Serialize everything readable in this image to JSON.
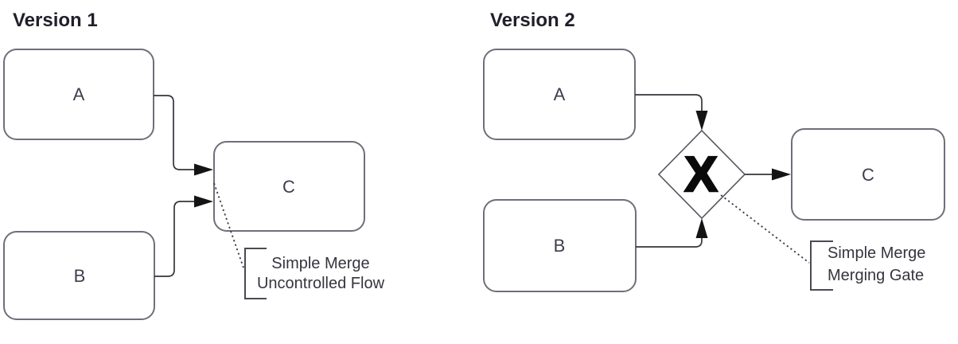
{
  "colors": {
    "background": "#ffffff",
    "box_border": "#6f6f7a",
    "gateway_border": "#55555f",
    "connector": "#35353c",
    "arrow_fill": "#141414",
    "node_label": "#3d3d4f",
    "title_text": "#20202c",
    "annotation_text": "#35353f",
    "bracket": "#4a4a55",
    "gateway_x": "#0a0a0a"
  },
  "version1": {
    "title": "Version 1",
    "node_a": "A",
    "node_b": "B",
    "node_c": "C",
    "annotation_line1": "Simple Merge",
    "annotation_line2": "Uncontrolled Flow"
  },
  "version2": {
    "title": "Version 2",
    "node_a": "A",
    "node_b": "B",
    "node_c": "C",
    "gateway_symbol": "X",
    "annotation_line1": "Simple Merge",
    "annotation_line2": "Merging Gate"
  }
}
